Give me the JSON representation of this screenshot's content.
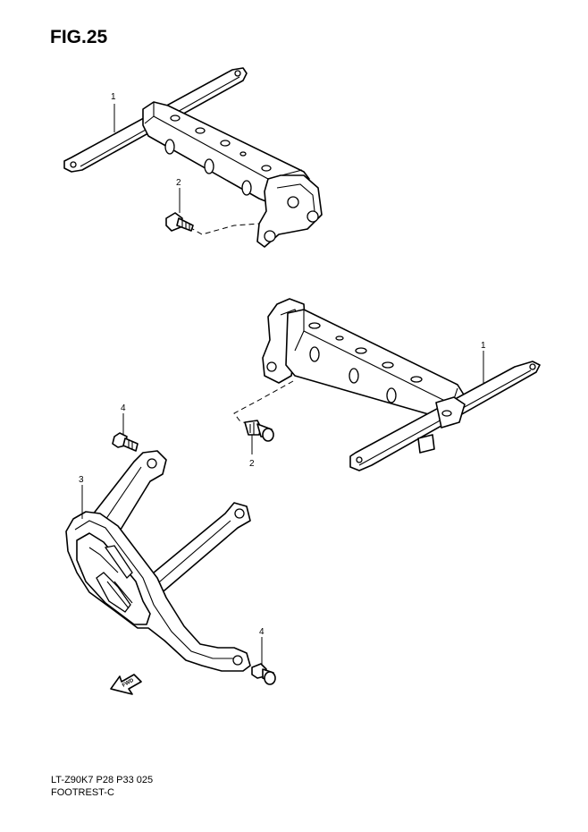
{
  "figure": {
    "title": "FIG.25"
  },
  "callouts": {
    "p1_top": "1",
    "p2_top": "2",
    "p1_mid": "1",
    "p2_mid": "2",
    "p4_upper": "4",
    "p3": "3",
    "p4_lower": "4"
  },
  "arrow": {
    "label": "FWD"
  },
  "footer": {
    "line1": "LT-Z90K7  P28  P33   025",
    "line2": "FOOTREST-C"
  },
  "colors": {
    "line": "#000000",
    "background": "#ffffff"
  }
}
